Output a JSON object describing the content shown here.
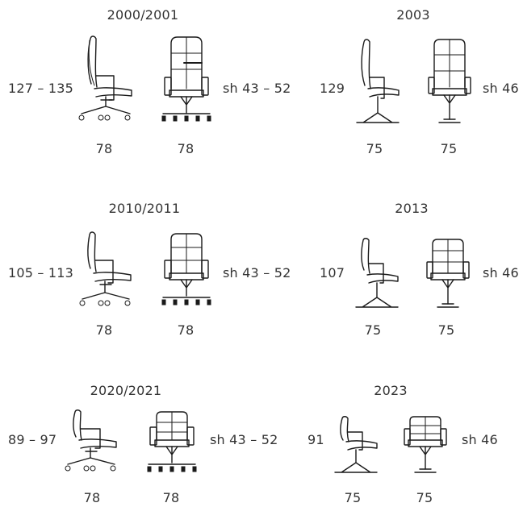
{
  "groups": [
    {
      "year": "2000/2001",
      "height": "127 – 135",
      "seat": "sh 43 – 52",
      "width_side": "78",
      "width_front": "78"
    },
    {
      "year": "2003",
      "height": "129",
      "seat": "sh 46",
      "width_side": "75",
      "width_front": "75"
    },
    {
      "year": "2010/2011",
      "height": "105 – 113",
      "seat": "sh 43 – 52",
      "width_side": "78",
      "width_front": "78"
    },
    {
      "year": "2013",
      "height": "107",
      "seat": "sh 46",
      "width_side": "75",
      "width_front": "75"
    },
    {
      "year": "2020/2021",
      "height": "89 – 97",
      "seat": "sh 43 – 52",
      "width_side": "78",
      "width_front": "78"
    },
    {
      "year": "2023",
      "height": "91",
      "seat": "sh 46",
      "width_side": "75",
      "width_front": "75"
    }
  ]
}
